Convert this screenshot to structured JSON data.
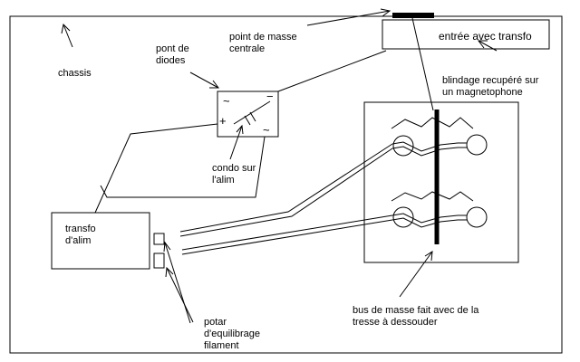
{
  "labels": {
    "chassis": "chassis",
    "pont_line1": "pont de",
    "pont_line2": "diodes",
    "masse_line1": "point de masse",
    "masse_line2": "centrale",
    "entree": "entrée avec transfo",
    "blindage_line1": "blindage recupéré sur",
    "blindage_line2": "un magnetophone",
    "condo_line1": "condo sur",
    "condo_line2": "l'alim",
    "transfo_line1": "transfo",
    "transfo_line2": "d'alim",
    "bus_line1": "bus de masse fait avec de la",
    "bus_line2": "tresse à dessouder",
    "potar_line1": "potar",
    "potar_line2": "d'equilibrage",
    "potar_line3": "filament"
  },
  "symbols": {
    "plus": "+",
    "minus": "−",
    "tilde": "~"
  }
}
